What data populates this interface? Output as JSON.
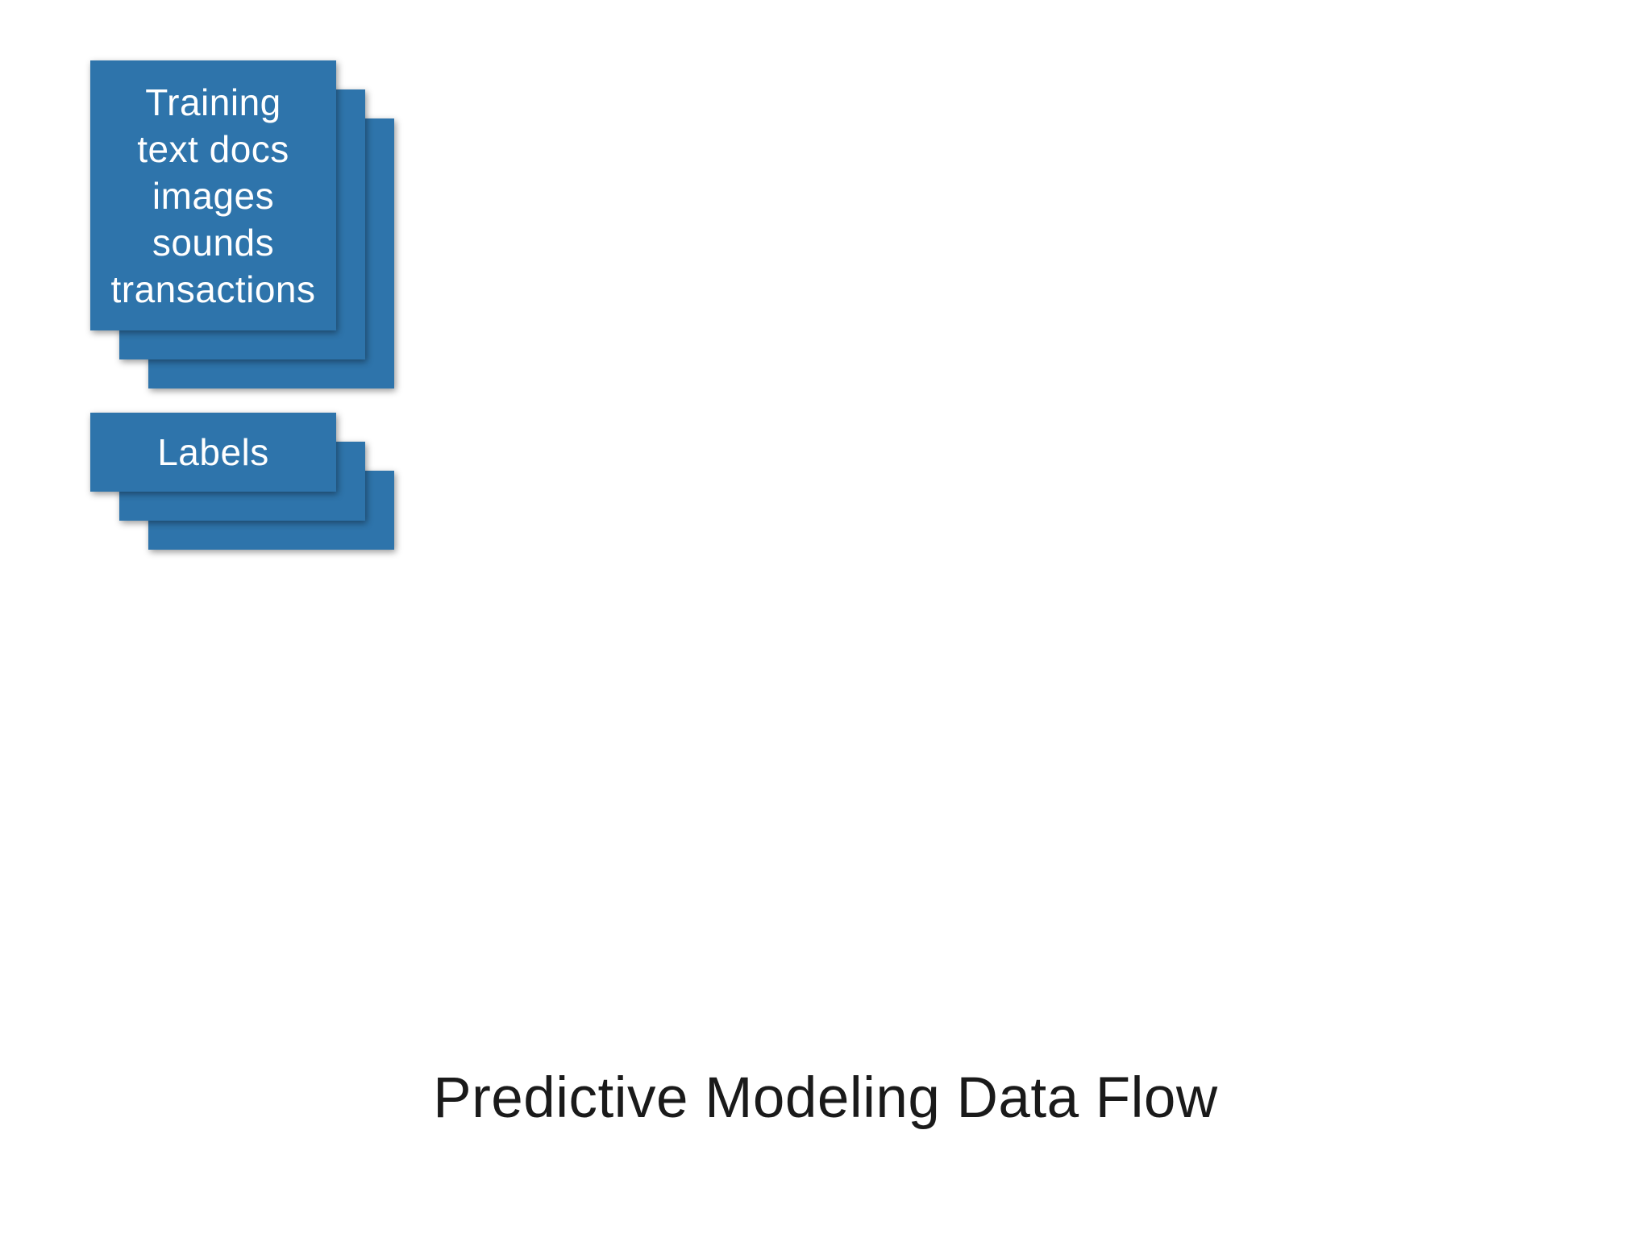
{
  "slide": {
    "title": "Predictive Modeling Data Flow",
    "background_color": "#ffffff",
    "title_color": "#1a1a1a"
  },
  "training_stack": {
    "card_count": 3,
    "card_color": "#2e74ab",
    "text_color": "#ffffff",
    "lines": [
      "Training",
      "text docs",
      "images",
      "sounds",
      "transactions"
    ]
  },
  "labels_stack": {
    "card_count": 3,
    "card_color": "#2e74ab",
    "text_color": "#ffffff",
    "label": "Labels"
  }
}
